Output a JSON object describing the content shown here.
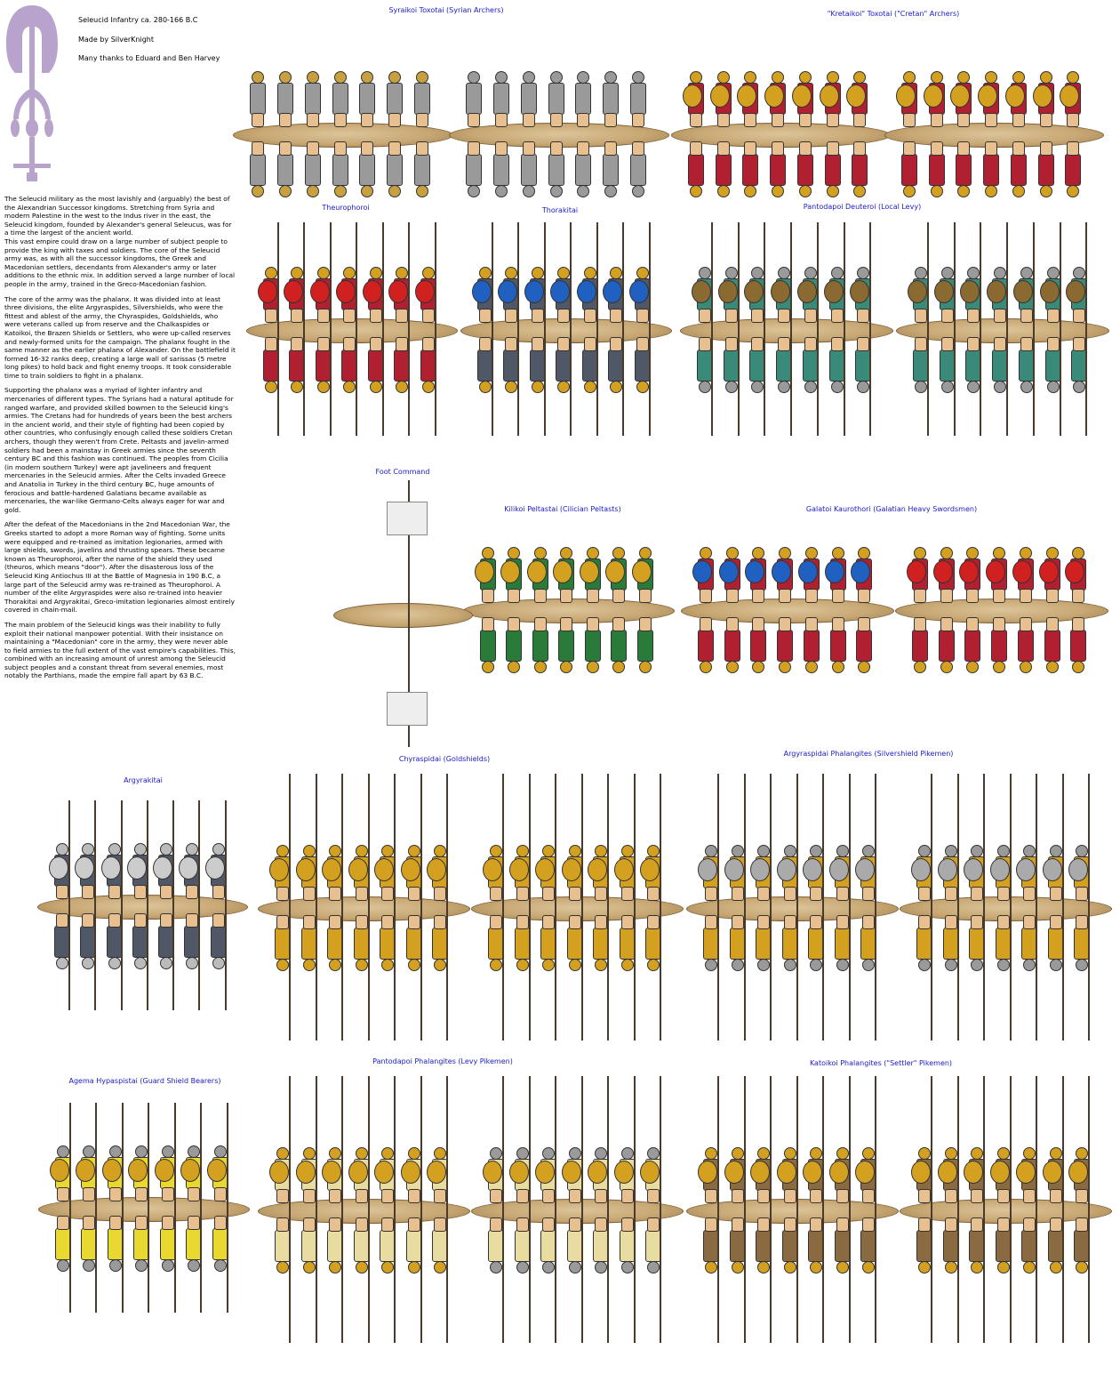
{
  "header": {
    "title": "Seleucid Infantry ca. 280-166 B.C",
    "credit": "Made by SilverKnight",
    "thanks": "Many thanks to Eduard and Ben Harvey"
  },
  "article": {
    "paragraphs": [
      "The Seleucid military as the most lavishly and (arguably) the best of the Alexandrian Successor kingdoms. Stretching from Syria and modern Palestine in the west to the Indus river in the east, the Seleucid kingdom, founded by Alexander's general Seleucus, was for a time the largest of the ancient world.\nThis vast empire could draw on a large number of subject people to provide the king with taxes and soldiers. The core of the Seleucid army was, as with all the successor kingdoms, the Greek and Macedonian settlers, decendants from Alexander's army or later additions to the ethnic mix. In addition served a large number of local people in the army, trained in the Greco-Macedonian fashion.",
      "The core of the army was the phalanx. It was divided into at least three divisions, the elite Argyraspides, Silvershields, who were the fittest and ablest of the army, the Chyraspides, Goldshields, who were veterans called up from reserve and the Chalkaspides or Katoikoi, the Brazen Shields or Settlers, who were up-called reserves and newly-formed units for the campaign. The phalanx fought in the same manner as the earlier phalanx of Alexander. On the battlefield it formed 16-32 ranks deep, creating a large wall of sarissas (5 metre long pikes) to hold back and fight enemy troops. It took considerable time to train soldiers to fight in a phalanx.",
      "Supporting the phalanx was a myriad of lighter infantry and mercenaries of different types. The Syrians had a natural aptitude for ranged warfare, and provided skilled bowmen to the Seleucid king's armies. The Cretans had for hundreds of years been the best archers in the ancient world, and their style of fighting had been copied by other countries, who confusingly enough called these soldiers Cretan archers, though they weren't from Crete. Peltasts and javelin-armed soldiers had been a mainstay in Greek armies since the seventh century BC and this fashion was continued. The peoples from Cicilia (in modern southern Turkey) were apt javelineers and frequent mercenaries in the Seleucid armies. After the Celts invaded Greece and Anatolia in Turkey in the third century BC, huge amounts of ferocious and battle-hardened Galatians became available as mercenaries, the war-like Germano-Celts always eager for war and gold.",
      "After the defeat of the Macedonians in the 2nd Macedonian War, the Greeks started to adopt a more Roman way of fighting. Some units were equipped and re-trained as imitation legionaries, armed with large shields, swords, javelins and thrusting spears. These became known as Theurophoroi, after the name of the shield they used (theuros, which means \"door\"). After the disasterous loss of the Seleucid King Antiochus III at the Battle of Magnesia in 190 B.C, a large part of the Seleucid army was re-trained as Theurophoroi. A number of the elite Argyraspides were also re-trained into heavier Thorakitai and Argyrakitai, Greco-imitation legionaries almost entirely covered in chain-mail.",
      "The main problem of the Seleucid kings was their inability to fully exploit their national manpower potential. With their insistance on maintaining a \"Macedonian\" core in the army, they were never able to field armies to the full extent of the vast empire's capabilities. This, combined with an increasing amount of unrest among the Seleucid subject peoples and a constant threat from several enemies, most notably the Parthians, made the empire fall apart by 63 B.C."
    ]
  },
  "labels": {
    "syrian": "Syraikoi Toxotai (Syrian Archers)",
    "cretan": "\"Kretaikoi\" Toxotai (\"Cretan\" Archers)",
    "theurophoroi": "Theurophoroi",
    "thorakitai": "Thorakitai",
    "pantodapoi_deuteroi": "Pantodapoi Deuteroi (Local Levy)",
    "foot_command": "Foot Command",
    "kilikoi": "Kilikoi Peltastai (Cilician Peltasts)",
    "galatoi": "Galatoi Kaurothori (Galatian Heavy Swordsmen)",
    "argyrakitai": "Argyrakitai",
    "chyraspidai": "Chyraspidai (Goldshields)",
    "argyraspidai": "Argyraspidai Phalangites (Silvershield Pikemen)",
    "agema": "Agema Hypaspistai (Guard Shield Bearers)",
    "pantodapoi_phalangites": "Pantodapoi Phalangites (Levy Pikemen)",
    "katoikoi": "Katoikoi Phalangites (\"Settler\" Pikemen)"
  },
  "colors": {
    "label_blue": "#1a1acc",
    "emblem_lavender": "#b7a3cc",
    "base_sand": "#c8a874"
  }
}
